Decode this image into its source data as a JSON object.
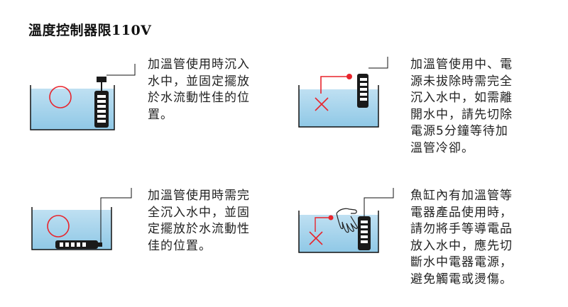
{
  "title": "溫度控制器限110V",
  "instructions": [
    {
      "text": "加溫管使用時沉入\n水中，並固定擺放\n於水流動性佳的位\n置。",
      "status": "correct"
    },
    {
      "text": "加溫管使用中、電\n源未拔除時需完全\n沉入水中，如需離\n開水中，請先切除\n電源5分鐘等待加\n溫管冷卻。",
      "status": "wrong"
    },
    {
      "text": "加溫管使用時需完\n全沉入水中，並固\n定擺放於水流動性\n佳的位置。",
      "status": "correct"
    },
    {
      "text": "魚缸內有加溫管等\n電器產品使用時，\n請勿將手等導電品\n放入水中，應先切\n斷水中電器電源，\n避免觸電或燙傷。",
      "status": "wrong"
    }
  ],
  "colors": {
    "water_top": "#bfe0f2",
    "water_bottom": "#8fc8e6",
    "mark_red": "#e8242c",
    "heater": "#1a1a1a"
  },
  "icons": [
    "circle-correct-icon",
    "cross-wrong-icon",
    "hand-icon",
    "heater-icon"
  ]
}
